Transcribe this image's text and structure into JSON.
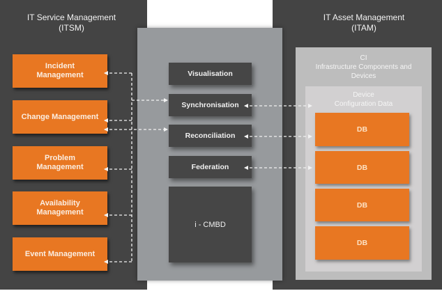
{
  "itsm": {
    "title": "IT Service Management\n(ITSM)",
    "title_line1": "IT Service Management",
    "title_line2": "(ITSM)",
    "processes": [
      {
        "label": "Incident\nManagement"
      },
      {
        "label": "Change Management"
      },
      {
        "label": "Problem\nManagement"
      },
      {
        "label": "Availability\nManagement"
      },
      {
        "label": "Event Management"
      }
    ]
  },
  "cmdb": {
    "functions": [
      {
        "label": "Visualisation"
      },
      {
        "label": "Synchronisation"
      },
      {
        "label": "Reconciliation"
      },
      {
        "label": "Federation"
      }
    ],
    "core_label": "i - CMBD"
  },
  "itam": {
    "title_line1": "IT Asset Management",
    "title_line2": "(ITAM)",
    "ci_label": "CI\nInfrastructure Components and\nDevices",
    "device_label": "Device\nConfiguration Data",
    "databases": [
      {
        "label": "DB"
      },
      {
        "label": "DB"
      },
      {
        "label": "DB"
      },
      {
        "label": "DB"
      }
    ]
  },
  "colors": {
    "orange": "#e87722",
    "dark_panel": "#444444",
    "mid_panel": "#979a9d",
    "connector": "#f2f2f2"
  }
}
